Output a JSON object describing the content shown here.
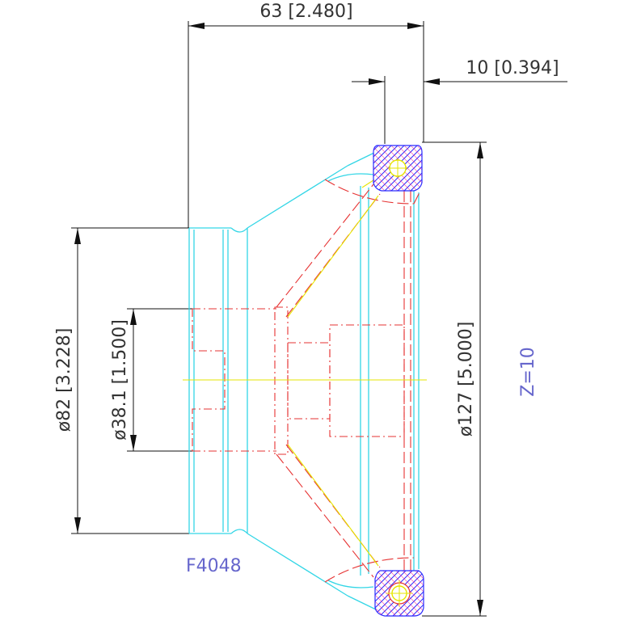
{
  "drawing": {
    "part_number": "F4048",
    "teeth_label": "Z=10",
    "dimensions": {
      "overall_length": "63 [2.480]",
      "flange_width": "10 [0.394]",
      "hub_diameter": "ø82 [3.228]",
      "bore_diameter": "ø38.1 [1.500]",
      "outer_diameter": "ø127 [5.000]"
    },
    "colors": {
      "outline": "#33d6e6",
      "hidden_lines": "#e63333",
      "centerline": "#e6e600",
      "hatch": "#2b2bff",
      "label": "#6666cc",
      "dimension": "#111111"
    }
  }
}
